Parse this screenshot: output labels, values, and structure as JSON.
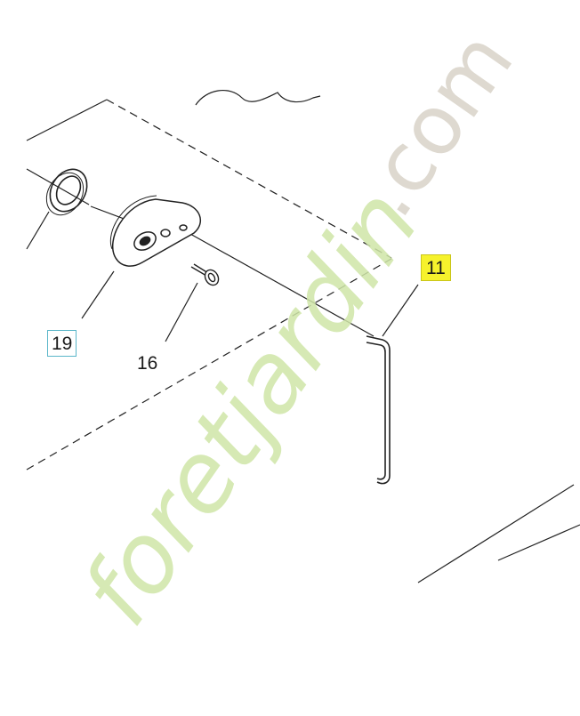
{
  "callouts": {
    "part_19": "19",
    "part_16": "16",
    "part_11": "11"
  },
  "watermark": {
    "text_main": "foretjardin",
    "text_suffix": ".com",
    "color_main": "#cfe6a8",
    "color_accent": "#f5c9a0",
    "color_suffix": "#d9d3c8"
  },
  "colors": {
    "line": "#222222",
    "box_border": "#5bb6c9",
    "highlight": "#f6f22c"
  },
  "icons": [
    "gasket-ring-icon",
    "cover-plate-icon",
    "screw-icon",
    "rod-icon"
  ]
}
